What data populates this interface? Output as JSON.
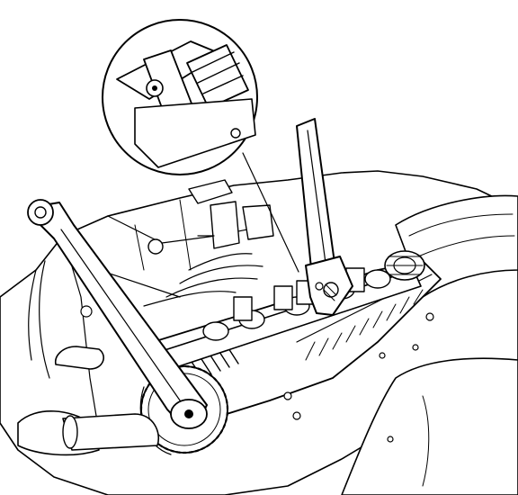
{
  "figure": {
    "colors": {
      "line": "#000000",
      "background": "#ffffff"
    },
    "parts": [
      "detail-inset",
      "engine-block",
      "cylinder-head",
      "camshaft-sprocket",
      "spanner-wrench",
      "adjustable-wrench",
      "camshaft",
      "fuel-injectors",
      "radiator-hose"
    ]
  }
}
